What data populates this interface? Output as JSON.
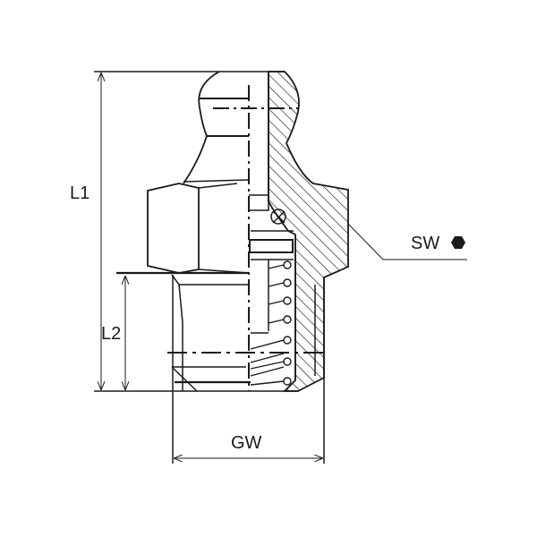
{
  "dimensions": {
    "l1": "L1",
    "l2": "L2",
    "gw": "GW",
    "sw": "SW"
  },
  "icons": {
    "sw_symbol": "hexagon-icon"
  },
  "colors": {
    "line": "#1a1a1a",
    "background": "#ffffff"
  }
}
